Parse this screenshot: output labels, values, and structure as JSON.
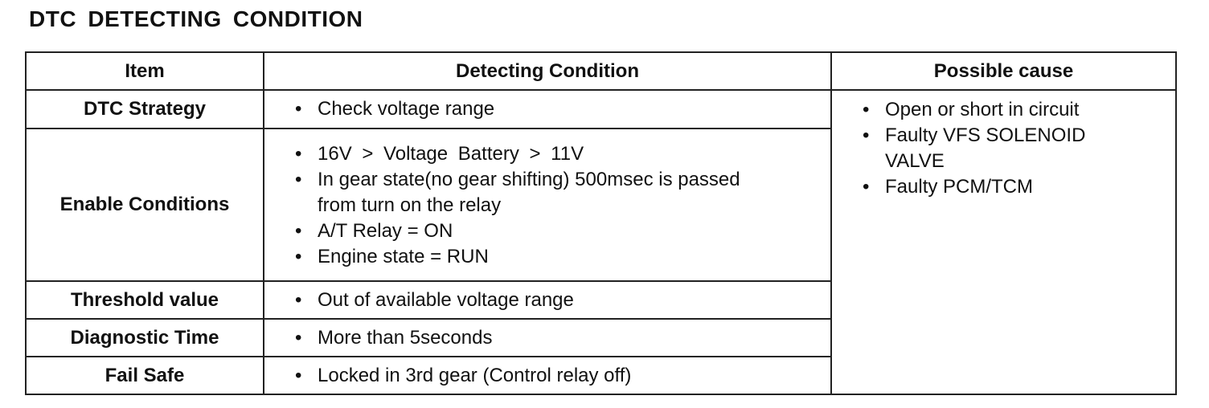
{
  "title": "DTC DETECTING CONDITION",
  "table": {
    "headers": {
      "item": "Item",
      "condition": "Detecting Condition",
      "cause": "Possible cause"
    },
    "rows": [
      {
        "item": "DTC Strategy",
        "conditions": [
          "Check voltage range"
        ]
      },
      {
        "item": "Enable Conditions",
        "conditions": [
          "16V > Voltage Battery > 11V",
          "In gear state(no gear shifting) 500msec is passed from turn on the relay",
          "A/T Relay = ON",
          "Engine state = RUN"
        ]
      },
      {
        "item": "Threshold value",
        "conditions": [
          "Out of available voltage range"
        ]
      },
      {
        "item": "Diagnostic Time",
        "conditions": [
          "More than 5seconds"
        ]
      },
      {
        "item": "Fail Safe",
        "conditions": [
          "Locked in 3rd gear (Control relay off)"
        ]
      }
    ],
    "possible_causes": [
      "Open or short in circuit",
      "Faulty VFS SOLENOID VALVE",
      "Faulty PCM/TCM"
    ]
  }
}
